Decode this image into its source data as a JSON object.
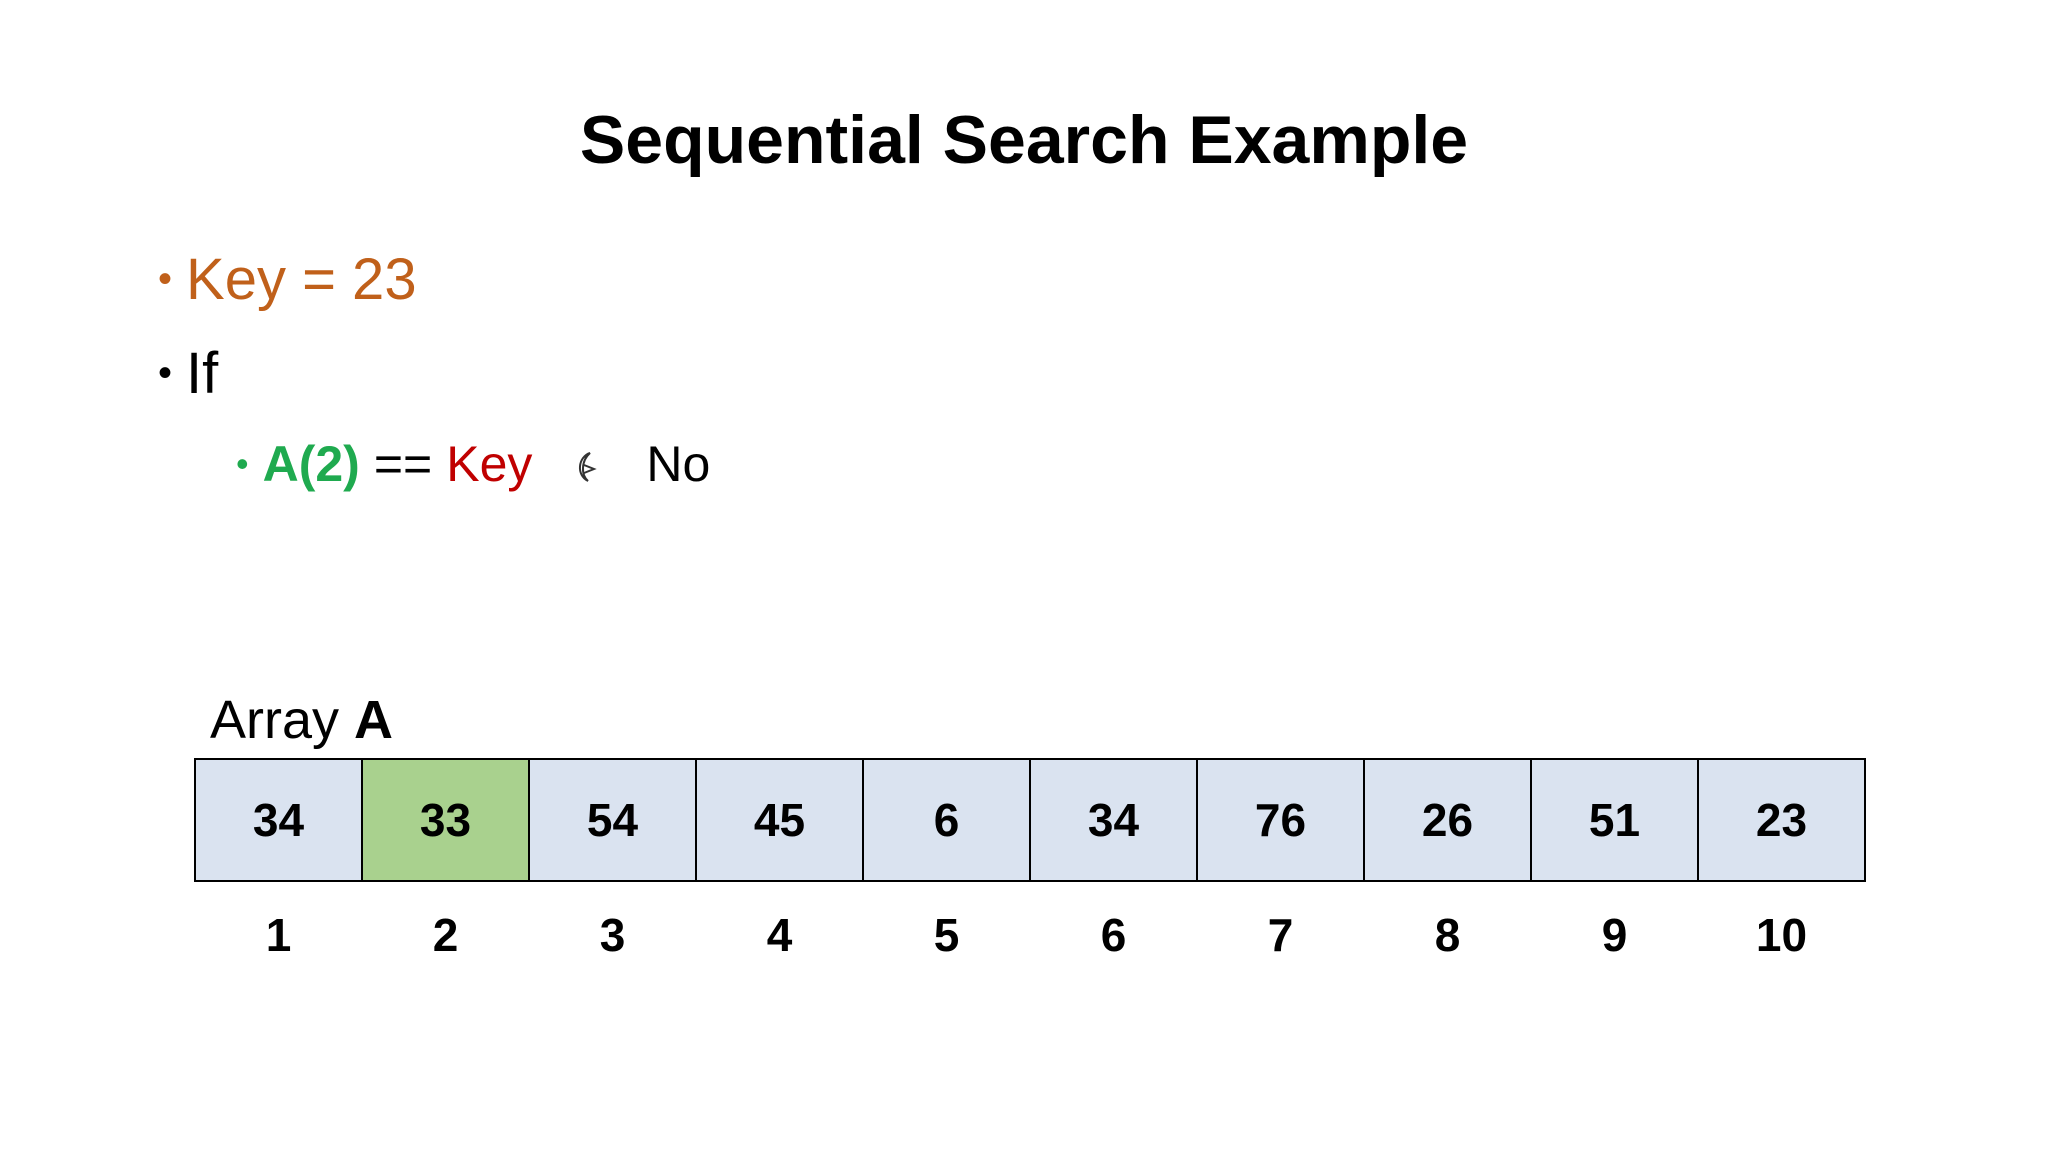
{
  "slide": {
    "title": "Sequential Search Example",
    "bullets": {
      "key_line": "Key = 23",
      "if_line": "If",
      "condition": {
        "lhs": "A(2)",
        "op": "==",
        "rhs": "Key",
        "arrow_icon": "arrow-icon",
        "result": "No"
      }
    },
    "array": {
      "label_prefix": "Array",
      "label_name": "A",
      "values": [
        "34",
        "33",
        "54",
        "45",
        "6",
        "34",
        "76",
        "26",
        "51",
        "23"
      ],
      "indices": [
        "1",
        "2",
        "3",
        "4",
        "5",
        "6",
        "7",
        "8",
        "9",
        "10"
      ],
      "highlighted_index": 2
    }
  },
  "colors": {
    "key_text": "#C0601A",
    "lhs_text": "#1FAA4F",
    "rhs_text": "#C00000",
    "sub_bullet": "#1FAA4F",
    "cell_default": "#DAE3F0",
    "cell_highlight": "#A9D18E"
  }
}
